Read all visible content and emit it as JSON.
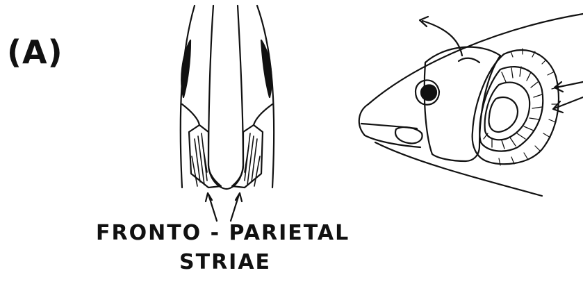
{
  "figure": {
    "panel_label": "(A)",
    "caption_line_1": "FRONTO - PARIETAL",
    "caption_line_2": "STRIAE"
  },
  "colors": {
    "ink": "#111111",
    "paper": "#ffffff"
  }
}
